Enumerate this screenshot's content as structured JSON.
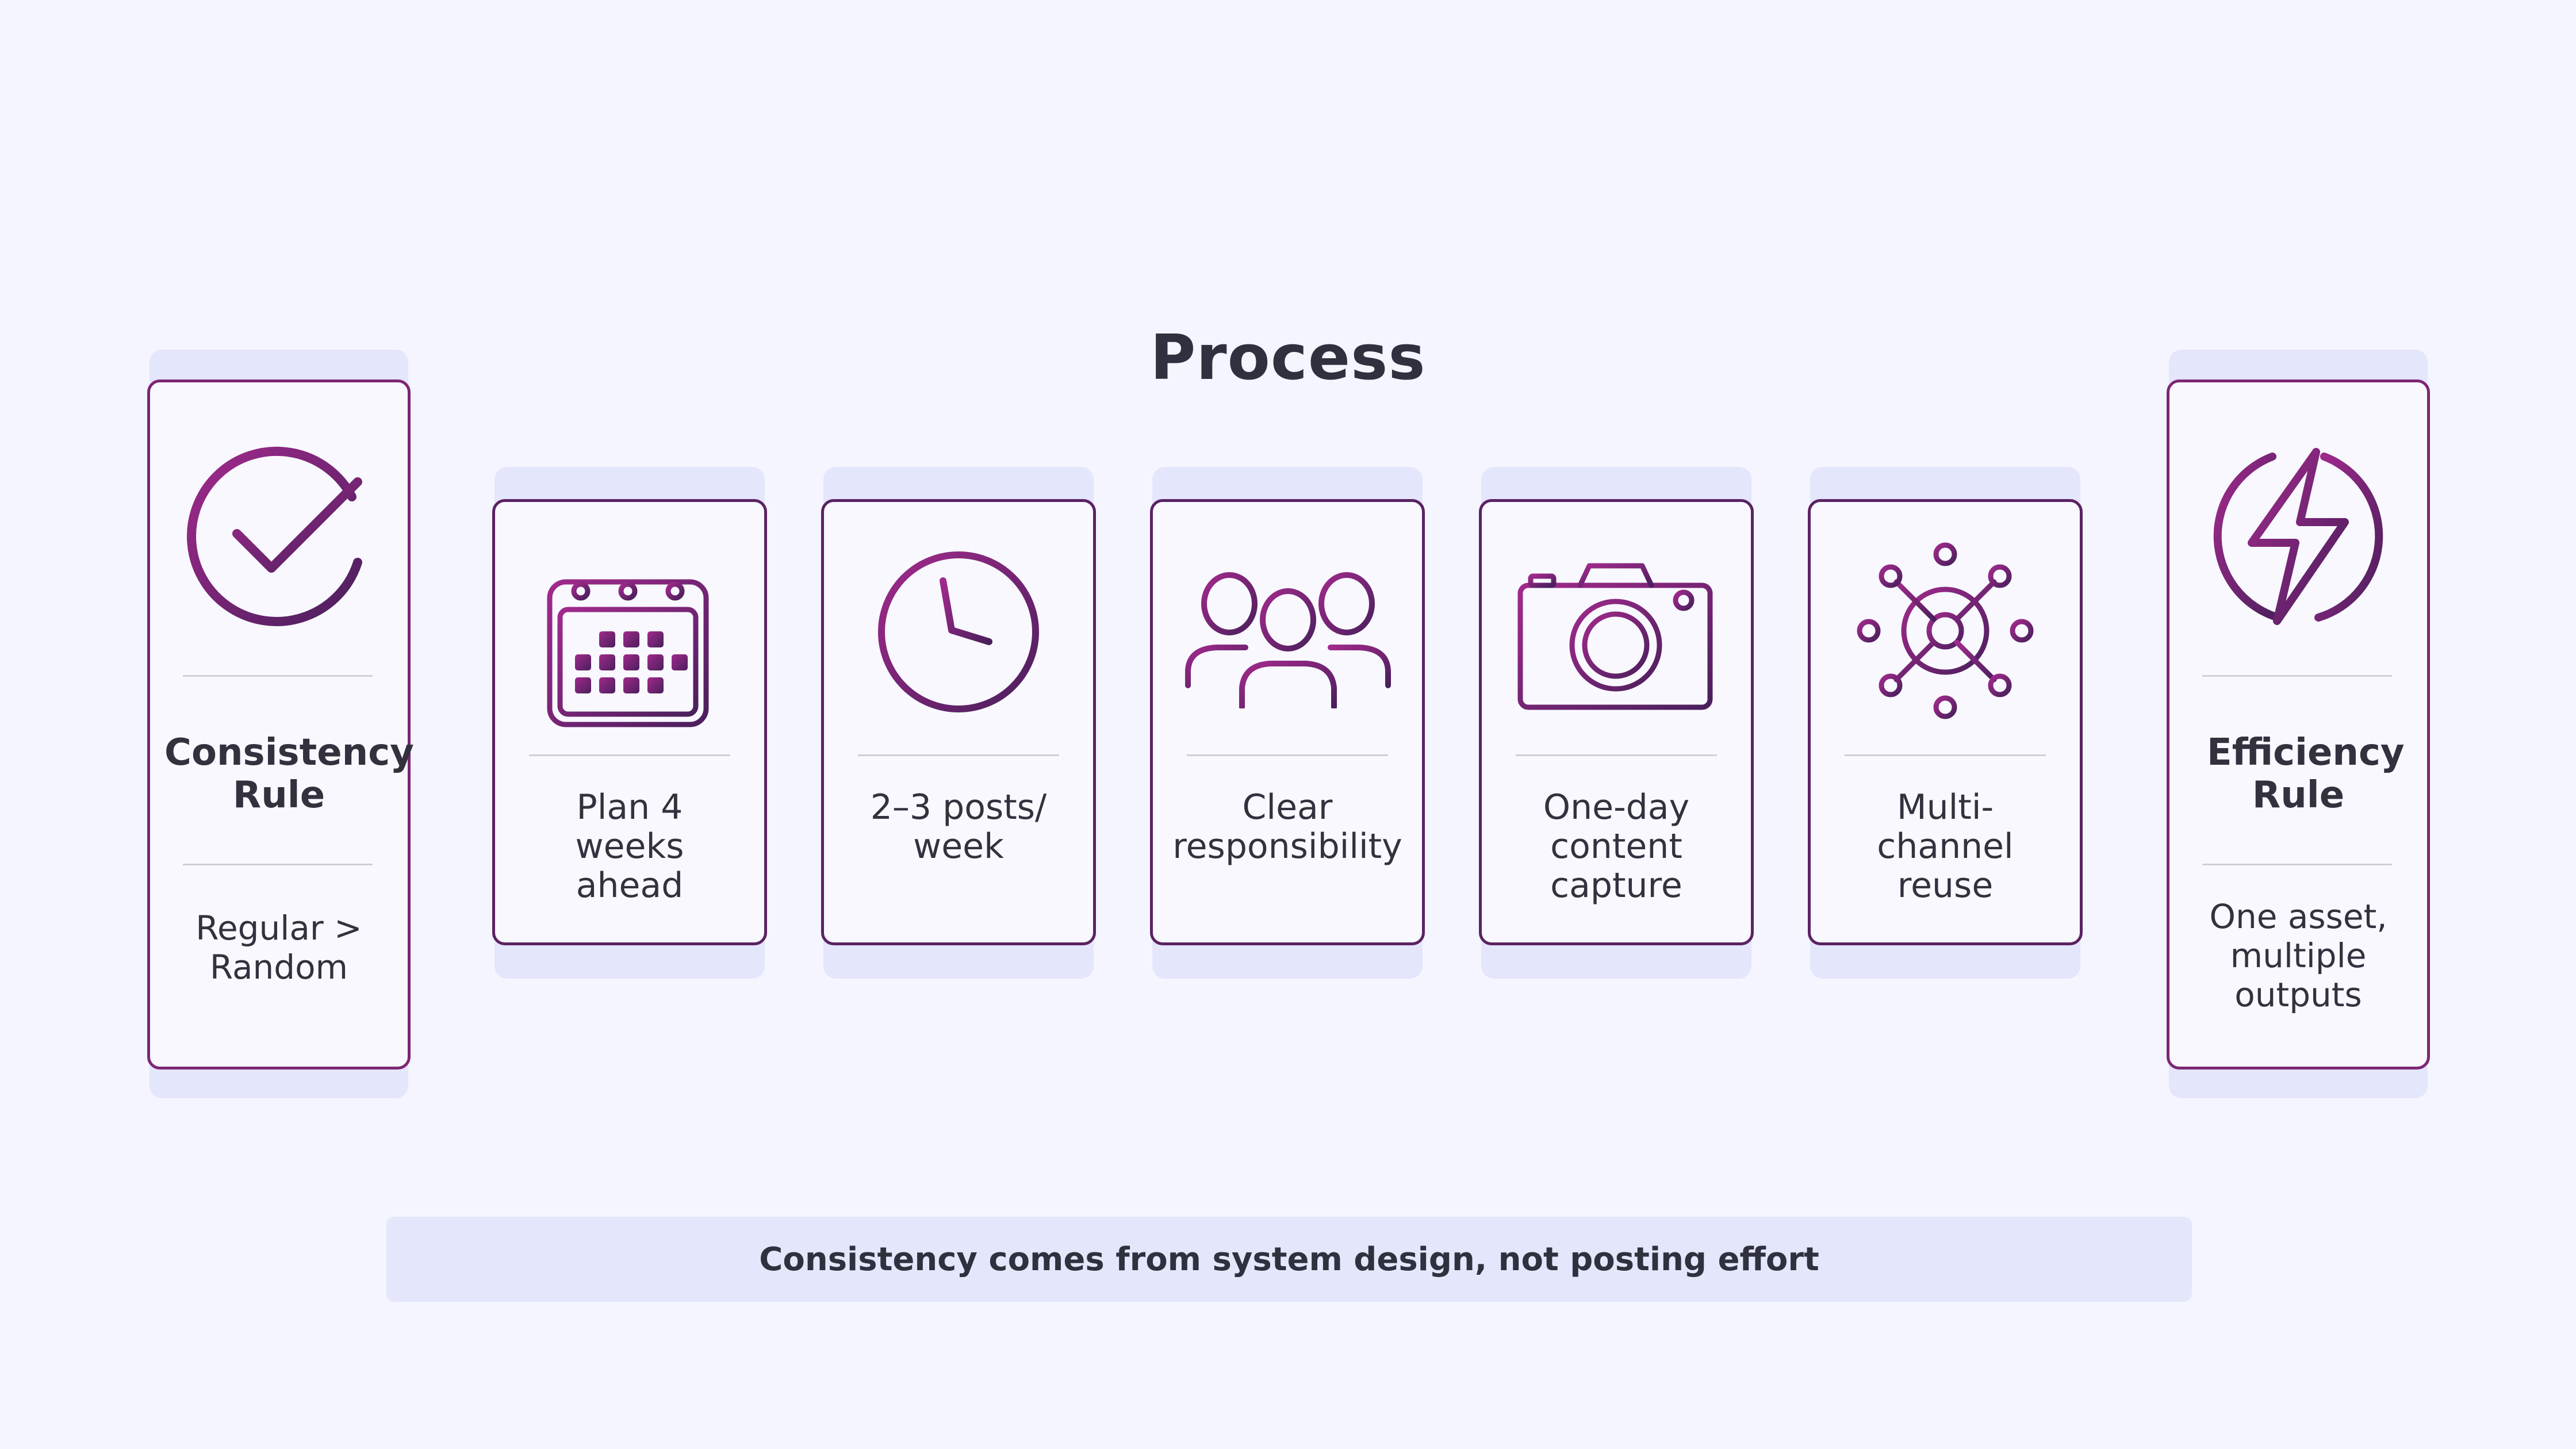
{
  "title": "Process",
  "left_rule": {
    "label": "Consistency Rule",
    "detail": "Regular > Random",
    "icon": "check-circle-icon"
  },
  "steps": [
    {
      "label": "Plan 4 weeks ahead",
      "icon": "calendar-icon"
    },
    {
      "label": "2–3 posts/ week",
      "icon": "clock-icon"
    },
    {
      "label": "Clear responsibility",
      "icon": "people-icon"
    },
    {
      "label": "One-day content capture",
      "icon": "camera-icon"
    },
    {
      "label": "Multi-channel reuse",
      "icon": "network-hub-icon"
    }
  ],
  "right_rule": {
    "label": "Efficiency Rule",
    "detail": "One asset, multiple outputs",
    "icon": "lightning-circle-icon"
  },
  "footer": "Consistency comes from system design, not posting effort",
  "colors": {
    "accent_start": "#9b2a8a",
    "accent_end": "#4a1f5c",
    "background": "#f4f5fe",
    "panel": "#e4e6fb"
  }
}
